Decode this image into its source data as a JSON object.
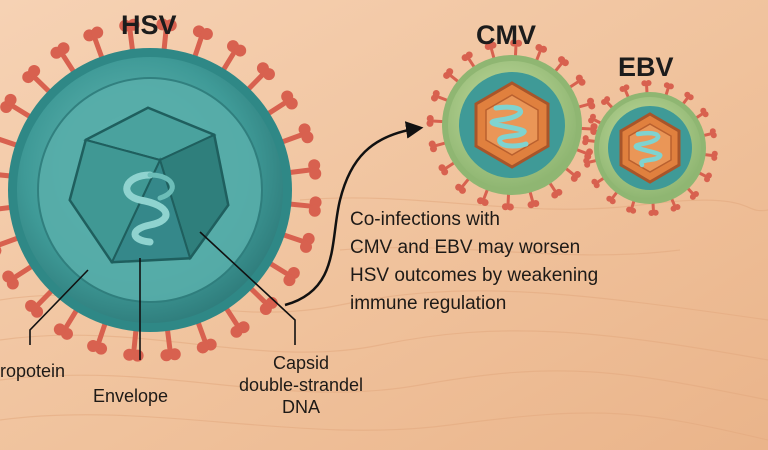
{
  "titles": {
    "hsv": "HSV",
    "cmv": "CMV",
    "ebv": "EBV"
  },
  "labels": {
    "glycoprotein": "rropotein",
    "envelope": "Envelope",
    "capsid_line1": "Capsid",
    "capsid_line2": "double-strandel",
    "capsid_line3": "DNA"
  },
  "caption": {
    "line1": "Co-infections with",
    "line2": "CMV and EBV may worsen",
    "line3": "HSV outcomes by weakening",
    "line4": "immune regulation"
  },
  "colors": {
    "background": "#f2c9a5",
    "envelope_teal": "#4aa3a0",
    "spike_red": "#d8614f",
    "capsid_orange": "#e0803e",
    "small_virus_shell": "#a9c98a",
    "text": "#1e1a17"
  }
}
